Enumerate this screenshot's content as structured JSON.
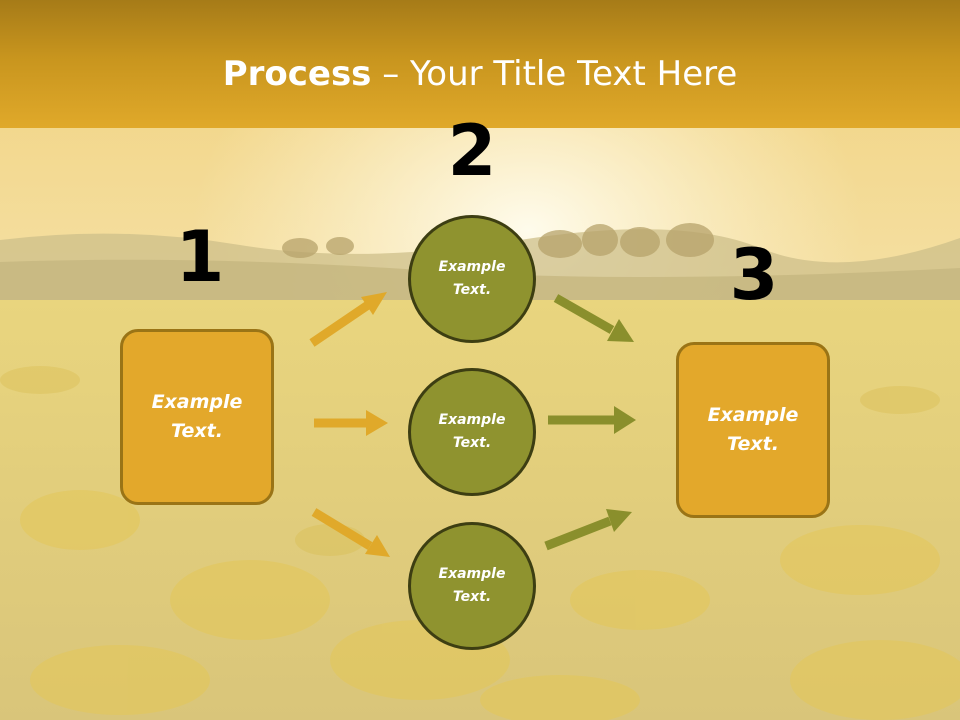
{
  "title": {
    "bold": "Process",
    "rest": " – Your Title Text Here"
  },
  "steps": [
    {
      "number": "1",
      "label": "Example Text."
    },
    {
      "number": "2",
      "items": [
        "Example Text.",
        "Example Text.",
        "Example Text."
      ]
    },
    {
      "number": "3",
      "label": "Example Text."
    }
  ],
  "colors": {
    "header": "#c8951e",
    "box": "#e3a82b",
    "circle": "#8f932f",
    "arrow_in": "#e0a92a",
    "arrow_out": "#8a8f2c"
  }
}
